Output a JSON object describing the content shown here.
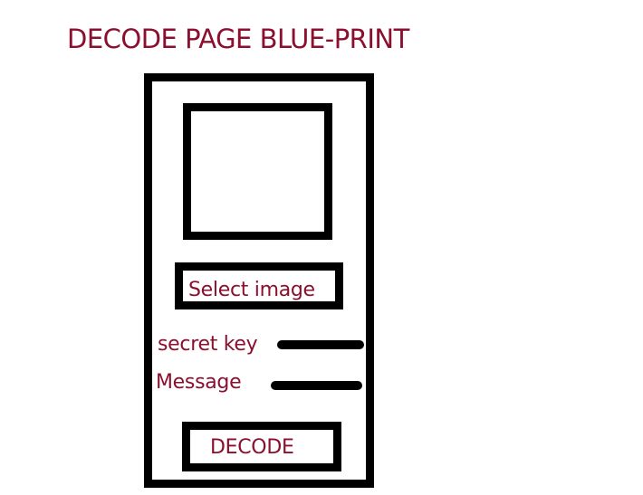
{
  "title": "DECODE PAGE BLUE-PRINT",
  "select_image_label": "Select image",
  "secret_key_label": "secret key",
  "message_label": "Message",
  "decode_label": "DECODE",
  "colors": {
    "text": "#8b0f2e",
    "outline": "#000000"
  }
}
